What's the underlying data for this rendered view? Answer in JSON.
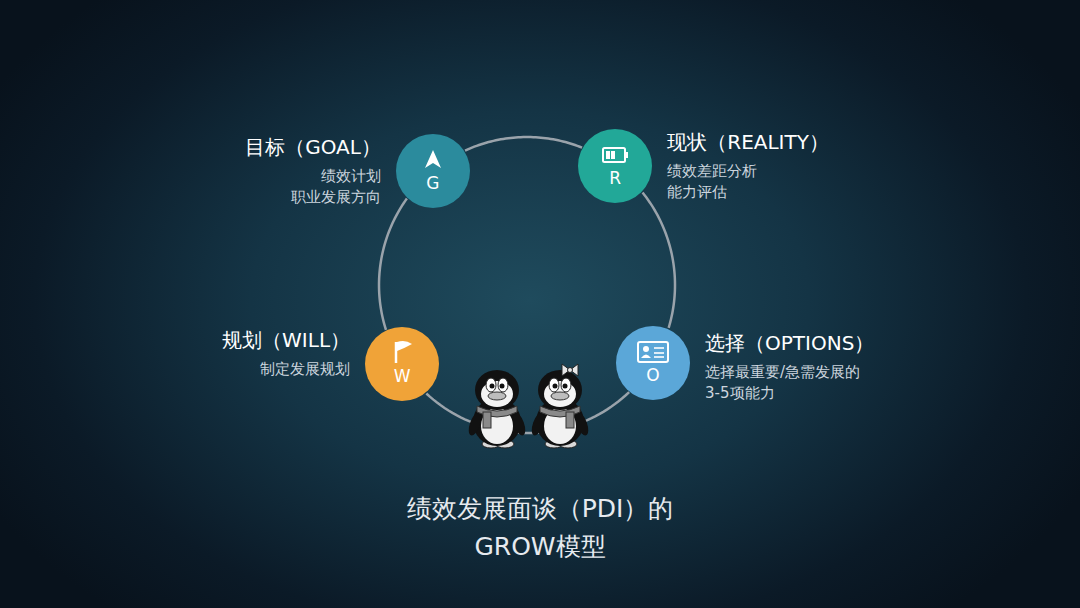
{
  "diagram": {
    "caption": "绩效发展面谈（PDI）的 GROW模型",
    "nodes": [
      {
        "text": [
          "G",
          "目标（GOAL）",
          "绩效计划 职业发展方向"
        ]
      },
      {
        "text": [
          "R",
          "现状（REALITY）",
          "绩效差距分析 能力评估"
        ]
      },
      {
        "text": [
          "W",
          "规划（WILL）",
          "制定发展规划"
        ]
      },
      {
        "text": [
          "O",
          "选择（OPTIONS）",
          "选择最重要/急需发展的 3-5项能力"
        ]
      }
    ],
    "edges": [
      {
        "from": 0,
        "to": 1,
        "arrow": "none"
      },
      {
        "from": 1,
        "to": 3,
        "arrow": "none"
      },
      {
        "from": 3,
        "to": 2,
        "arrow": "none"
      },
      {
        "from": 2,
        "to": 0,
        "arrow": "none"
      }
    ]
  }
}
